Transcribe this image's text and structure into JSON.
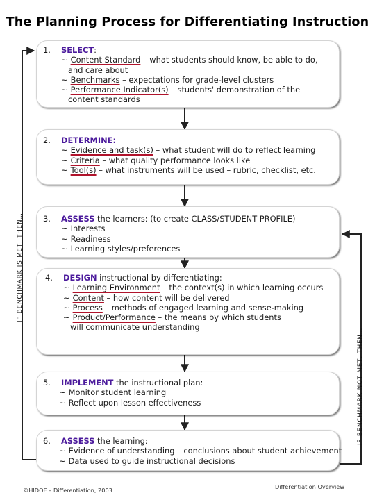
{
  "title": "The Planning Process for Differentiating Instruction",
  "steps": [
    {
      "num": "1.",
      "keyword": "SELECT",
      "rest": ":",
      "items": [
        {
          "term": "Content Standard",
          "desc": " – what students should know, be able to do, and care about"
        },
        {
          "term": "Benchmarks",
          "desc": " – expectations for grade-level clusters"
        },
        {
          "term": "Performance Indicator(s)",
          "desc": " – students' demonstration of the content standards"
        }
      ]
    },
    {
      "num": "2.",
      "keyword": "DETERMINE:",
      "rest": "",
      "items": [
        {
          "term": "Evidence and task(s)",
          "desc": " – what student will do to reflect learning"
        },
        {
          "term": "Criteria",
          "desc": " – what quality performance looks like"
        },
        {
          "term": "Tool(s)",
          "desc": " – what instruments will be used – rubric, checklist, etc."
        }
      ]
    },
    {
      "num": "3.",
      "keyword": "ASSESS",
      "rest": " the learners:  (to create CLASS/STUDENT PROFILE)",
      "items": [
        {
          "term": "",
          "desc": "Interests"
        },
        {
          "term": "",
          "desc": "Readiness"
        },
        {
          "term": "",
          "desc": "Learning styles/preferences"
        }
      ]
    },
    {
      "num": "4.",
      "keyword": "DESIGN",
      "rest": " instructional by differentiating:",
      "items": [
        {
          "term": "Learning Environment",
          "desc": " – the context(s) in which learning occurs"
        },
        {
          "term": "Content",
          "desc": " – how content will be delivered"
        },
        {
          "term": "Process",
          "desc": " – methods of engaged learning and sense-making"
        },
        {
          "term": "Product/Performance",
          "desc": " – the means by which students will communicate understanding"
        }
      ]
    },
    {
      "num": "5.",
      "keyword": "IMPLEMENT",
      "rest": " the instructional plan:",
      "items": [
        {
          "term": "",
          "desc": "Monitor student learning"
        },
        {
          "term": "",
          "desc": "Reflect upon lesson effectiveness"
        }
      ]
    },
    {
      "num": "6.",
      "keyword": "ASSESS",
      "rest": " the learning:",
      "items": [
        {
          "term": "",
          "desc": "Evidence of understanding – conclusions about student achievement"
        },
        {
          "term": "",
          "desc": "Data used to guide instructional decisions"
        }
      ]
    }
  ],
  "bullet": "~",
  "left_loop_label": "IF BENCHMARK IS MET, THEN…",
  "right_loop_label": "IF BENCHMARK NOT MET, THEN…",
  "footer_left": "©HIDOE – Differentiation, 2003",
  "footer_right": "Differentiation Overview",
  "colors": {
    "keyword": "#4b1a9c",
    "underline": "#b0132b",
    "arrow": "#222222"
  }
}
